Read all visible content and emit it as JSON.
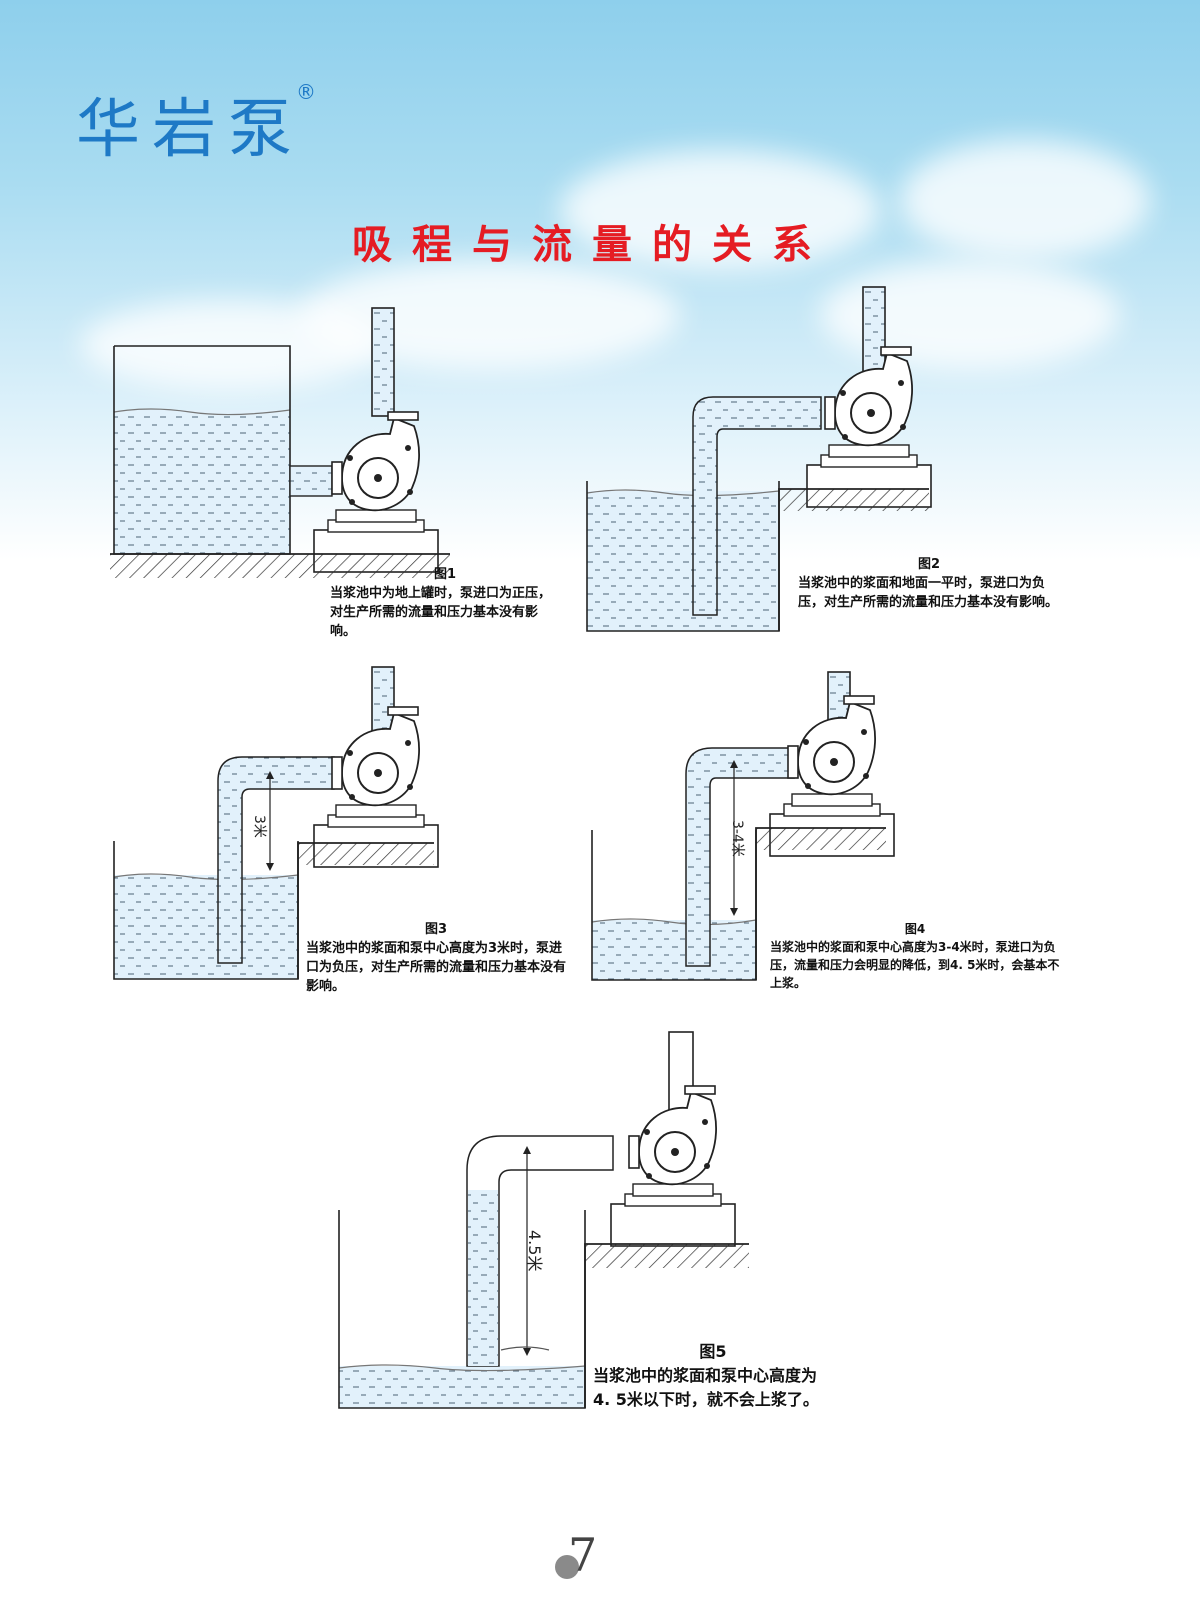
{
  "header": {
    "logo_text": "华岩泵",
    "logo_mark": "®",
    "page_title": "吸程与流量的关系"
  },
  "figures": [
    {
      "label": "图1",
      "caption": "当浆池中为地上罐时，泵进口为正压，对生产所需的流量和压力基本没有影响。"
    },
    {
      "label": "图2",
      "caption": "当浆池中的浆面和地面一平时，泵进口为负压，对生产所需的流量和压力基本没有影响。"
    },
    {
      "label": "图3",
      "caption": "当浆池中的浆面和泵中心高度为3米时，泵进口为负压，对生产所需的流量和压力基本没有影响。",
      "dimension": "3米"
    },
    {
      "label": "图4",
      "caption": "当浆池中的浆面和泵中心高度为3-4米时，泵进口为负压，流量和压力会明显的降低，到4. 5米时，会基本不上浆。",
      "dimension": "3-4米"
    },
    {
      "label": "图5",
      "caption": "当浆池中的浆面和泵中心高度为4. 5米以下时，就不会上浆了。",
      "dimension": "4.5米"
    }
  ],
  "footer": {
    "page_number": "7"
  },
  "colors": {
    "logo": "#1e79c6",
    "title": "#e51c23",
    "liquid": "#dff0fa"
  }
}
